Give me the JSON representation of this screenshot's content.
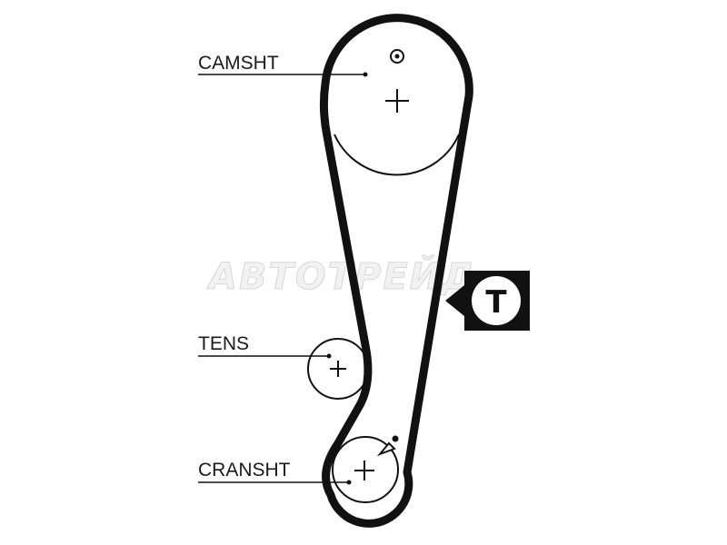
{
  "labels": {
    "camshaft": "CAMSHT",
    "tensioner": "TENS",
    "crankshaft": "CRANSHT"
  },
  "badge": {
    "letter": "T"
  },
  "watermark": {
    "text": "АВТОТРЕЙД"
  },
  "colors": {
    "line": "#111111",
    "background": "#ffffff",
    "badge_fill": "#111111",
    "badge_inner": "#ffffff"
  }
}
